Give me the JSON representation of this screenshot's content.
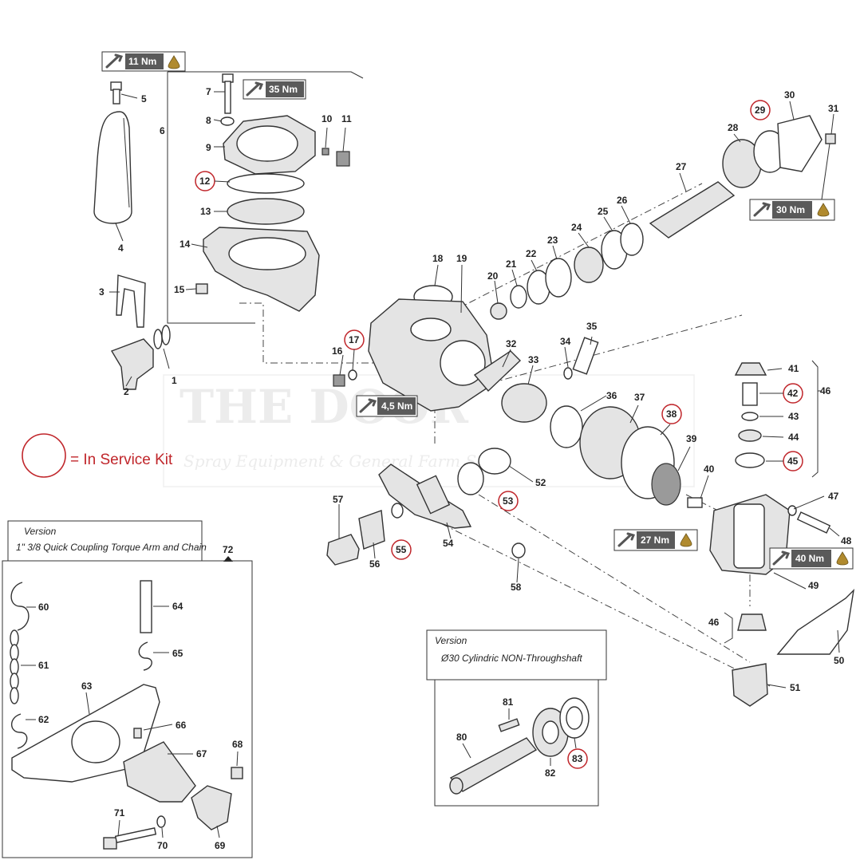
{
  "parts": {
    "p1": "1",
    "p2": "2",
    "p3": "3",
    "p4": "4",
    "p5": "5",
    "p6": "6",
    "p7": "7",
    "p8": "8",
    "p9": "9",
    "p10": "10",
    "p11": "11",
    "p12": "12",
    "p13": "13",
    "p14": "14",
    "p15": "15",
    "p16": "16",
    "p17": "17",
    "p18": "18",
    "p19": "19",
    "p20": "20",
    "p21": "21",
    "p22": "22",
    "p23": "23",
    "p24": "24",
    "p25": "25",
    "p26": "26",
    "p27": "27",
    "p28": "28",
    "p29": "29",
    "p30": "30",
    "p31": "31",
    "p32": "32",
    "p33": "33",
    "p34": "34",
    "p35": "35",
    "p36": "36",
    "p37": "37",
    "p38": "38",
    "p39": "39",
    "p40": "40",
    "p41": "41",
    "p42": "42",
    "p43": "43",
    "p44": "44",
    "p45": "45",
    "p46": "46",
    "p47": "47",
    "p48": "48",
    "p49": "49",
    "p50": "50",
    "p51": "51",
    "p52": "52",
    "p53": "53",
    "p54": "54",
    "p55": "55",
    "p56": "56",
    "p57": "57",
    "p58": "58",
    "p60": "60",
    "p61": "61",
    "p62": "62",
    "p63": "63",
    "p64": "64",
    "p65": "65",
    "p66": "66",
    "p67": "67",
    "p68": "68",
    "p69": "69",
    "p70": "70",
    "p71": "71",
    "p72": "72",
    "p80": "80",
    "p81": "81",
    "p82": "82",
    "p83": "83"
  },
  "torque": {
    "t1": "11 Nm",
    "t2": "35 Nm",
    "t3": "30 Nm",
    "t4": "4,5 Nm",
    "t5": "27 Nm",
    "t6": "40 Nm"
  },
  "legend": {
    "text": "= In Service Kit"
  },
  "version_boxes": {
    "coupling": {
      "title": "Version",
      "subtitle": "1\" 3/8 Quick Coupling Torque Arm and Chain"
    },
    "shaft": {
      "title": "Version",
      "subtitle": "Ø30 Cylindric NON-Throughshaft"
    }
  },
  "watermark": {
    "main": "THE DOOR",
    "sub": "Spray Equipment & General Farm Sales"
  },
  "colors": {
    "kit_circle": "#c0262b",
    "torque_badge": "#5a5a5a",
    "oil_drop": "#b08a2e"
  },
  "icons": [
    "wrench-icon",
    "oil-drop-icon"
  ]
}
